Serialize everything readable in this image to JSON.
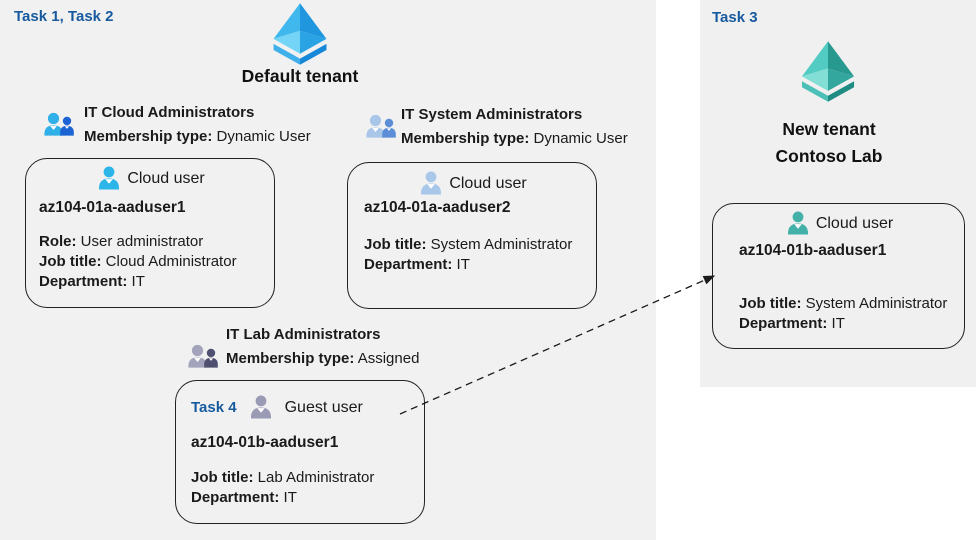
{
  "left_panel": {
    "task_label": "Task 1, Task 2",
    "tenant_name": "Default tenant"
  },
  "right_panel": {
    "task_label": "Task 3",
    "tenant_name_line1": "New tenant",
    "tenant_name_line2": "Contoso Lab"
  },
  "groups": [
    {
      "title": "IT Cloud Administrators",
      "membership_label": "Membership type:",
      "membership_value": "Dynamic User"
    },
    {
      "title": "IT System Administrators",
      "membership_label": "Membership type:",
      "membership_value": "Dynamic User"
    },
    {
      "title": "IT Lab Administrators",
      "membership_label": "Membership type:",
      "membership_value": "Assigned"
    }
  ],
  "cards": [
    {
      "user_type": "Cloud user",
      "name": "az104-01a-aaduser1",
      "fields": [
        {
          "label": "Role:",
          "value": "User administrator"
        },
        {
          "label": "Job title:",
          "value": "Cloud Administrator"
        },
        {
          "label": "Department:",
          "value": "IT"
        }
      ]
    },
    {
      "user_type": "Cloud user",
      "name": "az104-01a-aaduser2",
      "fields": [
        {
          "label": "Job title:",
          "value": "System Administrator"
        },
        {
          "label": "Department:",
          "value": "IT"
        }
      ]
    },
    {
      "task_label": "Task 4",
      "user_type": "Guest user",
      "name": "az104-01b-aaduser1",
      "fields": [
        {
          "label": "Job title:",
          "value": "Lab Administrator"
        },
        {
          "label": "Department:",
          "value": "IT"
        }
      ]
    },
    {
      "user_type": "Cloud user",
      "name": "az104-01b-aaduser1",
      "fields": [
        {
          "label": "Job title:",
          "value": "System Administrator"
        },
        {
          "label": "Department:",
          "value": "IT"
        }
      ]
    }
  ],
  "colors": {
    "task_text": "#175a9e",
    "body_text": "#1a1a1a",
    "card_border": "#222222",
    "arrow": "#1a1a1a",
    "left_panel_bg": "#f1f1f2",
    "right_panel_bg": "#f0f0f1",
    "azure_blue": {
      "tl": "#41b8ed",
      "tr": "#1f96de",
      "fl": "#74d4f6",
      "fr": "#2aa3e4",
      "cl": "#3fb0e9",
      "cr": "#1787d8"
    },
    "azure_teal": {
      "tl": "#52ccc2",
      "tr": "#28998f",
      "fl": "#83ded6",
      "fr": "#33a69d",
      "cl": "#4cc0b6",
      "cr": "#1e8c83"
    },
    "group_cloud": {
      "big": "#2fb0e8",
      "small": "#1b63d2"
    },
    "group_system": {
      "big": "#a9c6e8",
      "small": "#5b8ed6"
    },
    "group_lab": {
      "big": "#a3a3bb",
      "small": "#4f4f70"
    },
    "user_cloud1": "#2cb5e8",
    "user_cloud2": "#a9c7e9",
    "user_guest": "#9a9ab4",
    "user_teal": "#44b1a9"
  }
}
